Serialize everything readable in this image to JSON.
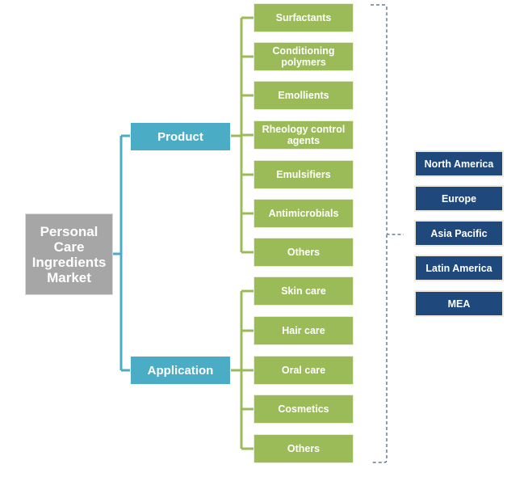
{
  "colors": {
    "root": "#a6a6a6",
    "category": "#4bacc6",
    "item": "#9bbb59",
    "region": "#1f497d",
    "connector_teal": "#4bacc6",
    "connector_green": "#9bbb59",
    "bracket": "#1f3a5a"
  },
  "root": {
    "label": "Personal Care Ingredients Market"
  },
  "categories": [
    {
      "label": "Product",
      "items": [
        "Surfactants",
        "Conditioning polymers",
        "Emollients",
        "Rheology control agents",
        "Emulsifiers",
        "Antimicrobials",
        "Others"
      ]
    },
    {
      "label": "Application",
      "items": [
        "Skin care",
        "Hair care",
        "Oral care",
        "Cosmetics",
        "Others"
      ]
    }
  ],
  "regions": [
    "North America",
    "Europe",
    "Asia Pacific",
    "Latin America",
    "MEA"
  ]
}
